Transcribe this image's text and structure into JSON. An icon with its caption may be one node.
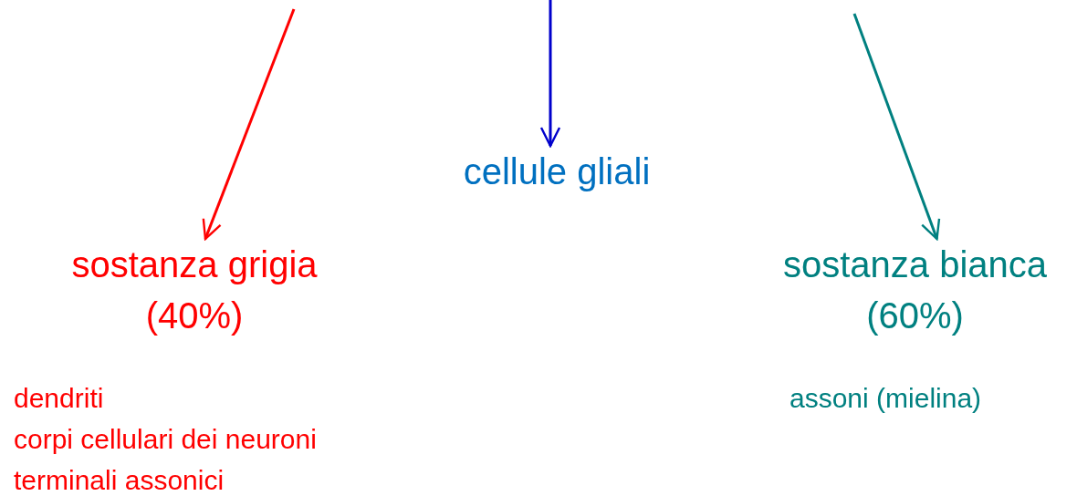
{
  "diagram": {
    "nodes": [
      {
        "text": [
          "sostanza grigia (40%)"
        ],
        "beside": [
          "dendriti",
          "corpi cellulari dei neuroni",
          "terminali assonici"
        ]
      },
      {
        "text": [
          "cellule gliali"
        ]
      },
      {
        "text": [
          "sostanza bianca (60%)"
        ],
        "beside": [
          "assoni (mielina)"
        ]
      }
    ],
    "edges": [
      {
        "from": null,
        "to": 0,
        "arrow": "to",
        "color": "#ff0000"
      },
      {
        "from": null,
        "to": 1,
        "arrow": "to",
        "color": "#0000cc"
      },
      {
        "from": null,
        "to": 2,
        "arrow": "to",
        "color": "#008080"
      }
    ]
  }
}
